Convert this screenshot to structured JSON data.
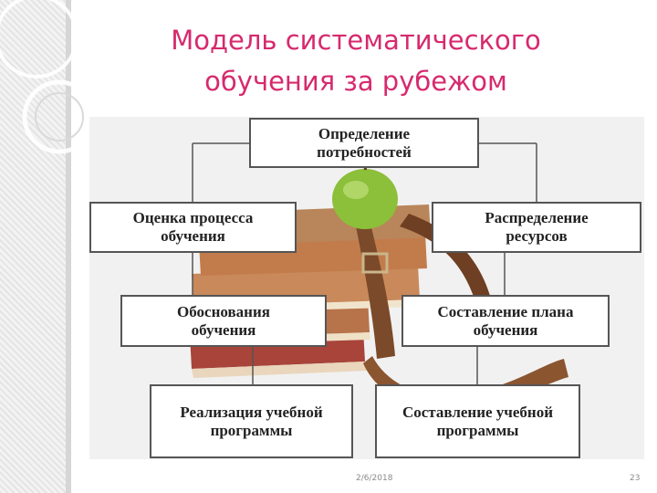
{
  "slide": {
    "title_line1": "Модель систематического",
    "title_line2": "обучения за рубежом",
    "date": "2/6/2018",
    "page_number": "23",
    "accent_color": "#d62a6e"
  },
  "diagram": {
    "nodes": {
      "needs": "Определение\nпотребностей",
      "assessment": "Оценка процесса\nобучения",
      "resources": "Распределение\nресурсов",
      "justification": "Обоснования\nобучения",
      "plan": "Составление плана\nобучения",
      "implementation": "Реализация учебной\nпрограммы",
      "program": "Составление учебной\nпрограммы"
    }
  }
}
